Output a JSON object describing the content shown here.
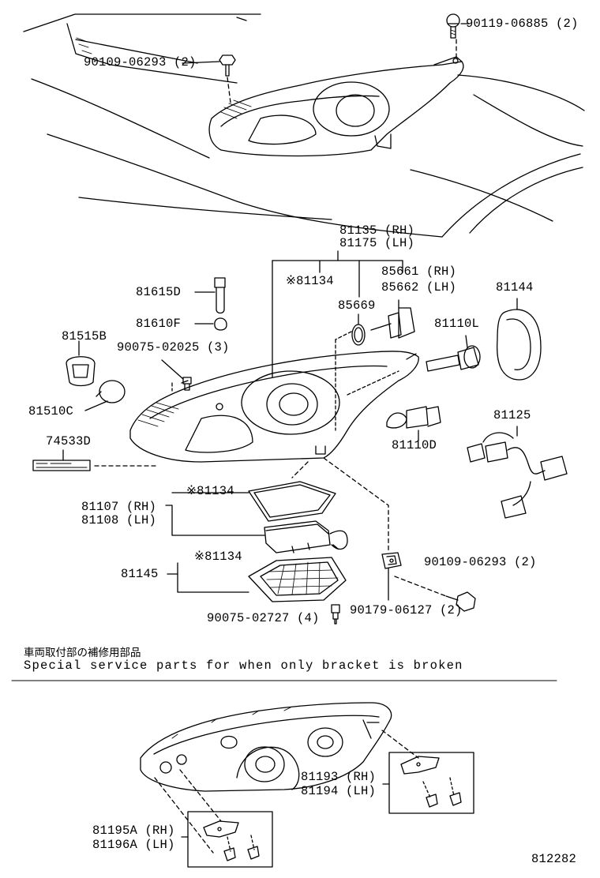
{
  "diagram_number": "812282",
  "parts": {
    "screw_top_right": "90119-06885 (2)",
    "bolt_top_left": "90109-06293 (2)",
    "headlamp_rh": "81135 (RH)",
    "headlamp_lh": "81175 (LH)",
    "cover_note_1": "※81134",
    "ballast_rh": "85661 (RH)",
    "ballast_lh": "85662 (LH)",
    "bulb_81615d": "81615D",
    "bulb_81610f": "81610F",
    "ring_85669": "85669",
    "cap_81144": "81144",
    "socket_81515b": "81515B",
    "screw_90075_02025": "90075-02025 (3)",
    "socket_81110l": "81110L",
    "bulb_81510c": "81510C",
    "wire_81125": "81125",
    "label_74533d": "74533D",
    "socket_81110d": "81110D",
    "cover_note_2": "※81134",
    "computer_rh": "81107 (RH)",
    "computer_lh": "81108 (LH)",
    "cover_note_3": "※81134",
    "cover_81145": "81145",
    "bolt_right": "90109-06293 (2)",
    "nut_90179": "90179-06127 (2)",
    "screw_90075_02727": "90075-02727 (4)",
    "bracket_rh": "81193 (RH)",
    "bracket_lh": "81194 (LH)",
    "bracket2_rh": "81195A (RH)",
    "bracket2_lh": "81196A (LH)"
  },
  "notes": {
    "japanese": "車両取付部の補修用部品",
    "english": "Special service parts for when only bracket is broken"
  }
}
